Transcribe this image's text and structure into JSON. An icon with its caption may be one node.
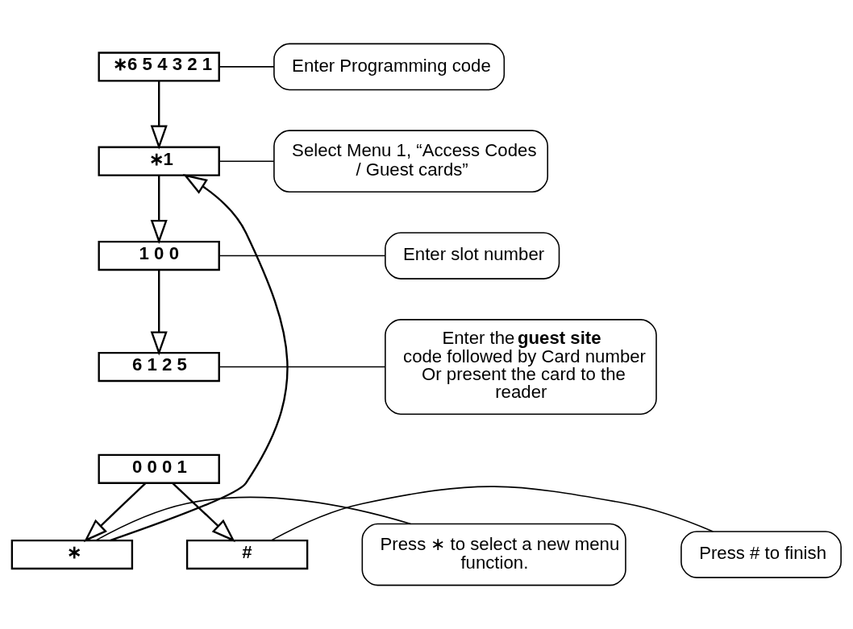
{
  "diagram": {
    "nodes": [
      {
        "text": [
          "∗6 5 4 3 2 1"
        ]
      },
      {
        "text": [
          "Enter Programming code"
        ]
      },
      {
        "text": [
          "∗1"
        ]
      },
      {
        "text": [
          "Select Menu 1, “Access Codes / Guest cards”"
        ]
      },
      {
        "text": [
          "1 0 0"
        ]
      },
      {
        "text": [
          "Enter slot number"
        ]
      },
      {
        "text": [
          "6 1 2 5"
        ]
      },
      {
        "text": [
          "0 0 0 1"
        ]
      },
      {
        "text": [
          "Enter the **guest site** code followed by Card number Or present the card to the reader"
        ]
      },
      {
        "text": [
          "∗"
        ]
      },
      {
        "text": [
          "#"
        ]
      },
      {
        "text": [
          "Press ∗ to select a new menu function."
        ]
      },
      {
        "text": [
          "Press # to finish"
        ]
      }
    ],
    "edges": [
      {
        "from": 1,
        "to": 0,
        "arrow": "none"
      },
      {
        "from": 0,
        "to": 2,
        "arrow": "to"
      },
      {
        "from": 3,
        "to": 2,
        "arrow": "none"
      },
      {
        "from": 2,
        "to": 4,
        "arrow": "to"
      },
      {
        "from": 5,
        "to": 4,
        "arrow": "none"
      },
      {
        "from": 4,
        "to": 6,
        "arrow": "to"
      },
      {
        "from": 8,
        "to": 6,
        "arrow": "none"
      },
      {
        "from": 7,
        "to": 9,
        "arrow": "to"
      },
      {
        "from": 7,
        "to": 10,
        "arrow": "to"
      },
      {
        "from": 9,
        "to": 2,
        "arrow": "to"
      },
      {
        "from": 11,
        "to": 9,
        "arrow": "none"
      },
      {
        "from": 12,
        "to": 10,
        "arrow": "none"
      }
    ]
  }
}
